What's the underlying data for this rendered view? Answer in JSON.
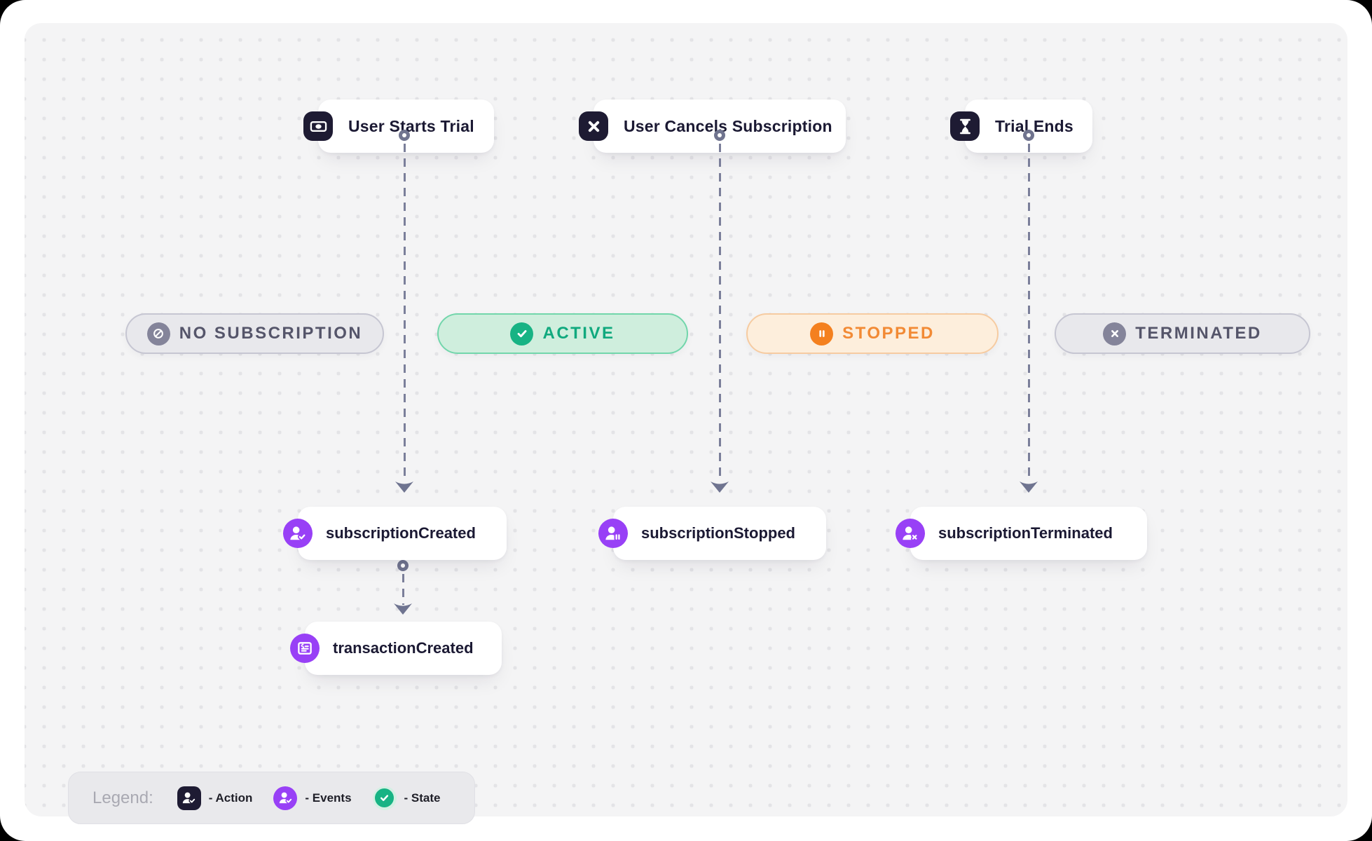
{
  "canvas": {
    "background": "#f4f4f5",
    "dot_color": "#e3e3e6"
  },
  "actions": [
    {
      "label": "User Starts Trial",
      "icon": "banknote-icon",
      "color": "#1e1b33"
    },
    {
      "label": "User Cancels Subscription",
      "icon": "x-mark-icon",
      "color": "#1e1b33"
    },
    {
      "label": "Trial Ends",
      "icon": "hourglass-icon",
      "color": "#1e1b33"
    }
  ],
  "states": [
    {
      "label": "NO SUBSCRIPTION",
      "icon": "slash-circle-icon",
      "text_color": "#55556a",
      "fill": "#e8e8ec",
      "border": "#c6c6d2",
      "icon_bg": "#84849a"
    },
    {
      "label": "ACTIVE",
      "icon": "check-circle-icon",
      "text_color": "#10a97e",
      "fill": "#cfeedd",
      "border": "#72d6ab",
      "icon_bg": "#17b384"
    },
    {
      "label": "STOPPED",
      "icon": "pause-circle-icon",
      "text_color": "#f28a35",
      "fill": "#fdeedc",
      "border": "#f6cba1",
      "icon_bg": "#f4801f"
    },
    {
      "label": "TERMINATED",
      "icon": "x-circle-icon",
      "text_color": "#55556a",
      "fill": "#e8e8ec",
      "border": "#c6c6d2",
      "icon_bg": "#84849a"
    }
  ],
  "events": [
    {
      "label": "subscriptionCreated",
      "icon": "user-check-icon",
      "color": "#9840f6"
    },
    {
      "label": "subscriptionStopped",
      "icon": "user-pause-icon",
      "color": "#9840f6"
    },
    {
      "label": "subscriptionTerminated",
      "icon": "user-x-icon",
      "color": "#9840f6"
    },
    {
      "label": "transactionCreated",
      "icon": "receipt-icon",
      "color": "#9840f6"
    }
  ],
  "legend": {
    "title": "Legend:",
    "items": [
      {
        "label": "- Action",
        "icon": "user-check-icon",
        "color": "#1e1b33"
      },
      {
        "label": "- Events",
        "icon": "user-check-icon",
        "color": "#9840f6"
      },
      {
        "label": "- State",
        "icon": "check-circle-icon",
        "color": "#17b384"
      }
    ]
  }
}
